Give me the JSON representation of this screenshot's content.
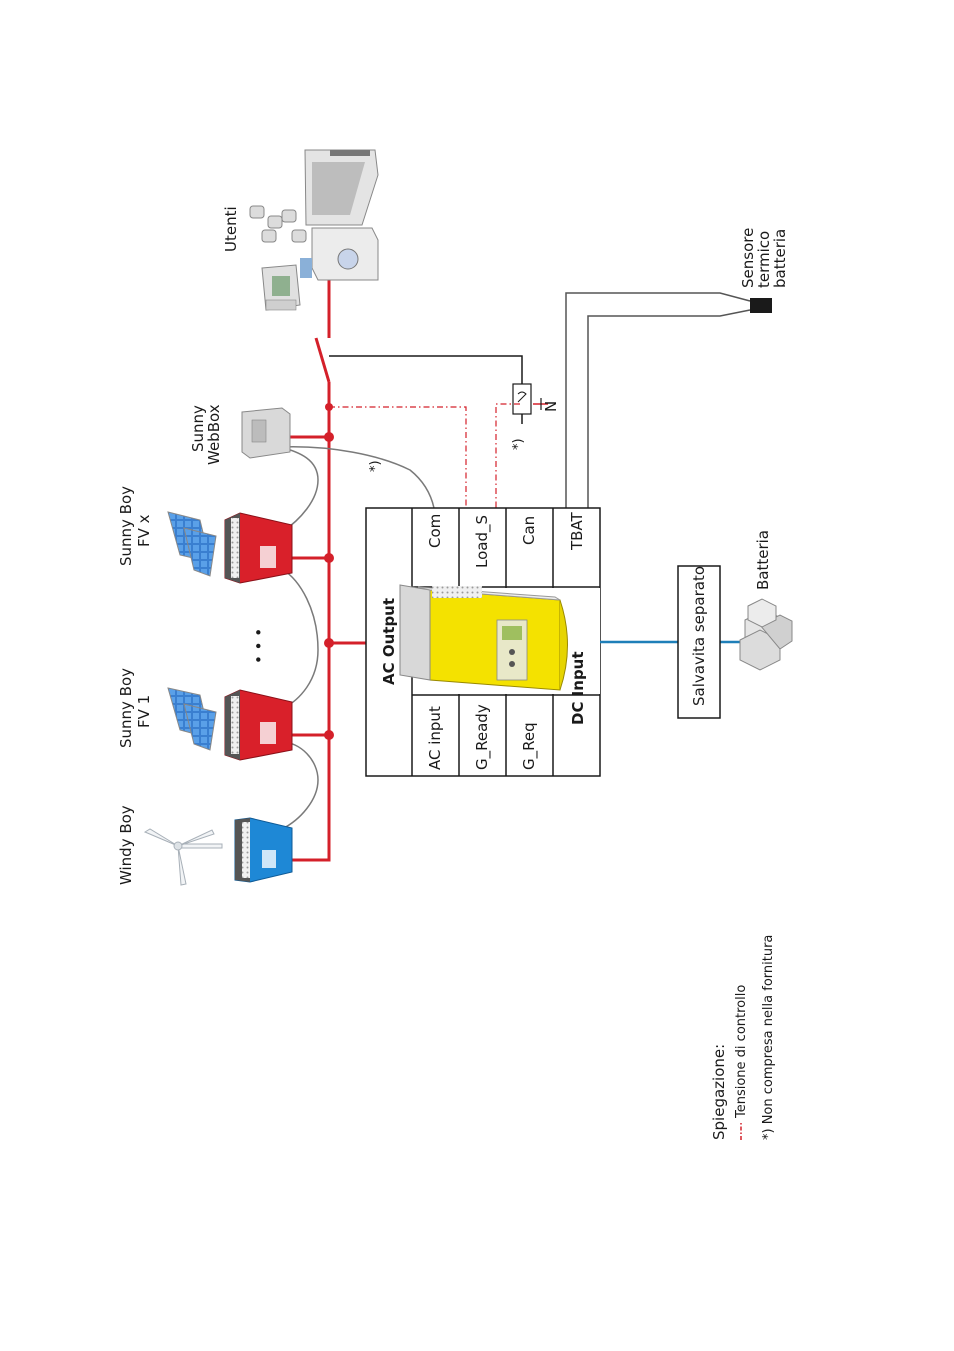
{
  "devices": {
    "windy_boy": "Windy Boy",
    "sunny_boy_1": [
      "Sunny Boy",
      "FV 1"
    ],
    "sunny_boy_x": [
      "Sunny Boy",
      "FV x"
    ],
    "dots": "• • •",
    "webbox": [
      "Sunny",
      "WebBox"
    ],
    "utenti": "Utenti",
    "sensor": [
      "Sensore",
      "termico",
      "batteria"
    ],
    "batteria": "Batteria",
    "breaker": "Salvavita separato"
  },
  "island_inverter": {
    "ac_output": "AC Output",
    "dc_input": "DC Input",
    "left_terminals": [
      "AC input",
      "G_Ready",
      "G_Req"
    ],
    "right_terminals": [
      "Com",
      "Load_S",
      "Can",
      "TBAT"
    ]
  },
  "notes": {
    "asterisk": "*)",
    "n_label": "N"
  },
  "legend": {
    "title": "Spiegazione:",
    "items": [
      "Tensione di controllo",
      "*) Non compresa nella fornitura"
    ]
  },
  "colors": {
    "ac_line": "#d4202a",
    "dc_line": "#1e7fb8",
    "control_line": "#d4202a",
    "inverter_body": "#ffef1a",
    "sunny_boy": "#d9202a",
    "windy_boy": "#1e88d6"
  }
}
